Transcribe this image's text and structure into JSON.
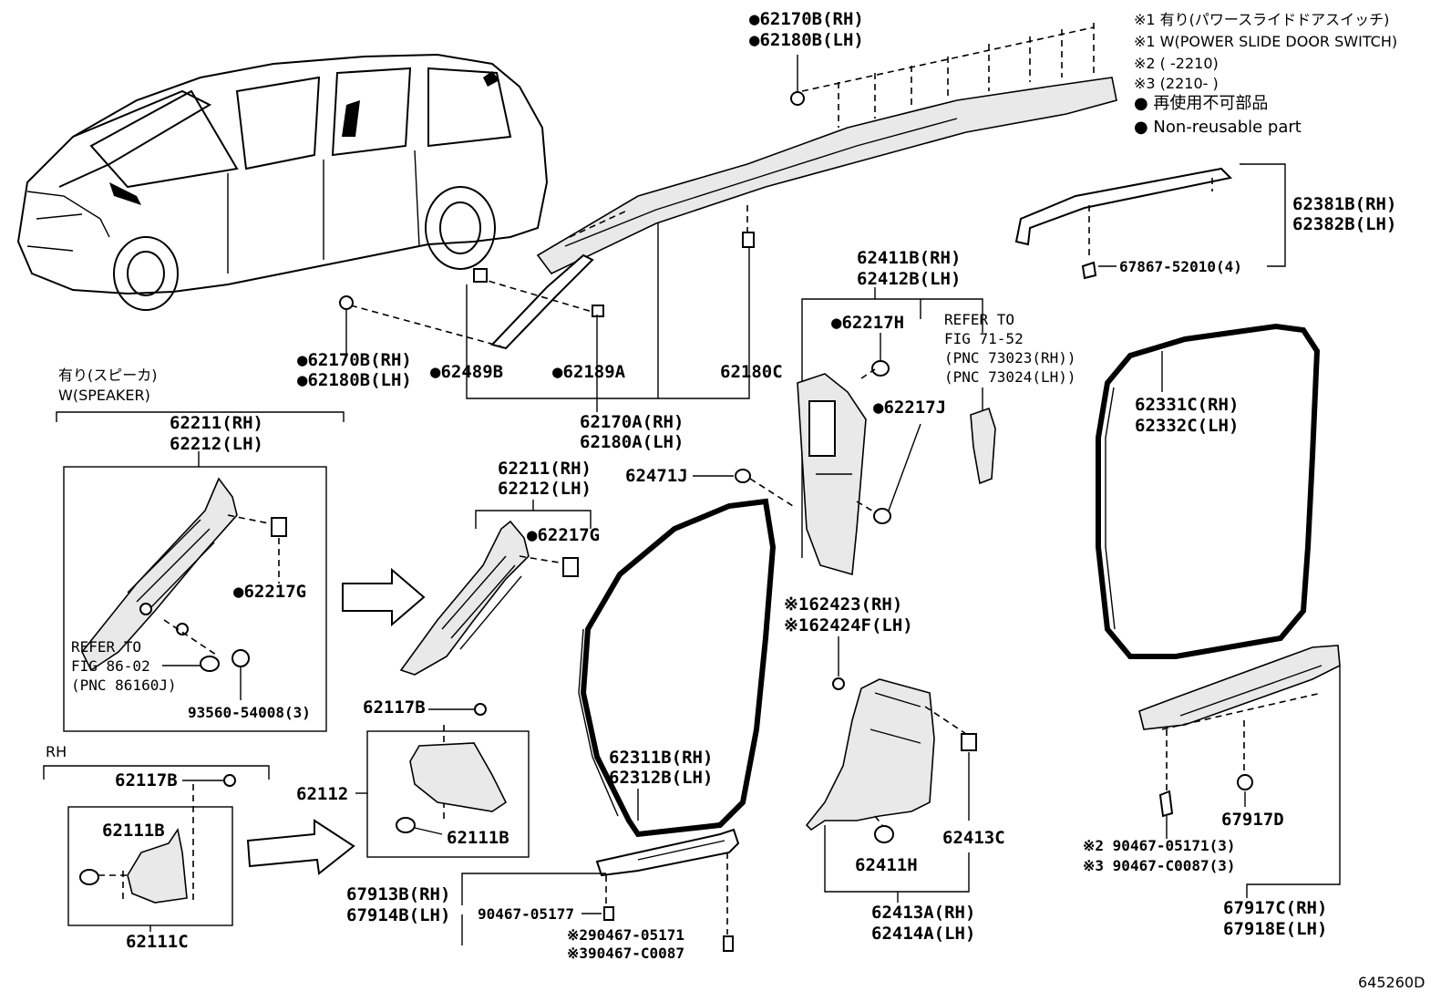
{
  "legend": {
    "line1": "※1 有り(パワースライドドアスイッチ)",
    "line2": "※1 W(POWER SLIDE DOOR SWITCH)",
    "line3": "※2 (     -2210)",
    "line4": "※3 (2210-     )",
    "line5": "● 再使用不可部品",
    "line6": "● Non-reusable part"
  },
  "labels": {
    "p62170B_rh_top": "●62170B(RH)",
    "p62180B_lh_top": "●62180B(LH)",
    "p62381B": "62381B(RH)",
    "p62382B": "62382B(LH)",
    "p67867": "67867-52010(4)",
    "p62411B": "62411B(RH)",
    "p62412B": "62412B(LH)",
    "p62217H": "●62217H",
    "p62217J": "●62217J",
    "refer71_1": "REFER TO",
    "refer71_2": "FIG 71-52",
    "refer71_3": "(PNC 73023(RH))",
    "refer71_4": "(PNC 73024(LH))",
    "p62331C": "62331C(RH)",
    "p62332C": "62332C(LH)",
    "p62170B_rh_left": "●62170B(RH)",
    "p62180B_lh_left": "●62180B(LH)",
    "p62489B": "●62489B",
    "p62189A": "●62189A",
    "p62180C": "62180C",
    "p62170A": "62170A(RH)",
    "p62180A": "62180A(LH)",
    "speaker_jp": "有り(スピーカ)",
    "speaker_en": "W(SPEAKER)",
    "p62211_left": "62211(RH)",
    "p62212_left": "62212(LH)",
    "p62217G_left": "●62217G",
    "refer86_1": "REFER TO",
    "refer86_2": "FIG 86-02",
    "refer86_3": "(PNC 86160J)",
    "p93560": "93560-54008(3)",
    "p62211_mid": "62211(RH)",
    "p62212_mid": "62212(LH)",
    "p62217G_mid": "●62217G",
    "p62471J": "62471J",
    "p62423": "※162423(RH)",
    "p62424F": "※162424F(LH)",
    "rh": "RH",
    "p62117B_left": "62117B",
    "p62111B_left": "62111B",
    "p62111C": "62111C",
    "p62117B_mid": "62117B",
    "p62112": "62112",
    "p62111B_mid": "62111B",
    "p62311B": "62311B(RH)",
    "p62312B": "62312B(LH)",
    "p62411H": "62411H",
    "p62413C": "62413C",
    "p62413A": "62413A(RH)",
    "p62414A": "62414A(LH)",
    "p67913B": "67913B(RH)",
    "p67914B": "67914B(LH)",
    "p90467_05177": "90467-05177",
    "p90467_05171_a": "※290467-05171",
    "p90467_C0087_a": "※390467-C0087",
    "p67917D": "67917D",
    "p90467_05171_b": "※2 90467-05171(3)",
    "p90467_C0087_b": "※3 90467-C0087(3)",
    "p67917C": "67917C(RH)",
    "p67918E": "67918E(LH)",
    "figure_no": "645260D"
  }
}
